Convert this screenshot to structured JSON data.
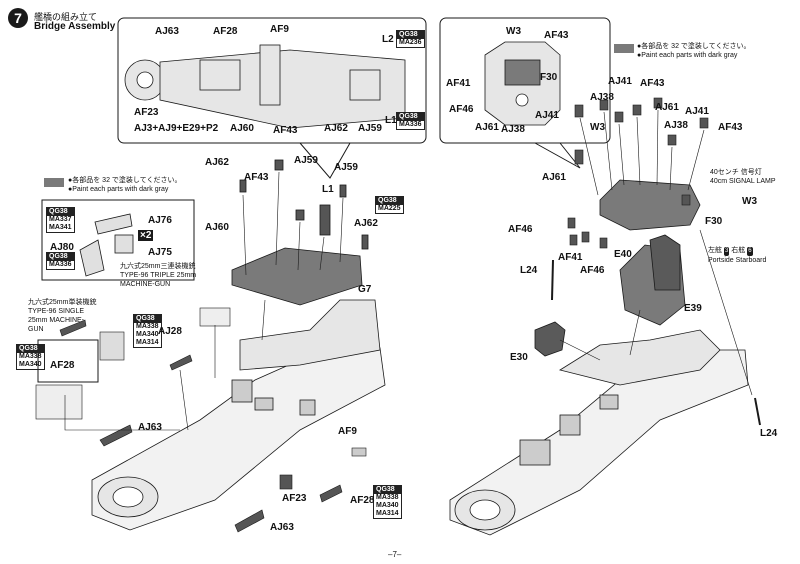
{
  "step": {
    "number": "7",
    "title_jp": "艦橋の組み立て",
    "title_en": "Bridge Assembly"
  },
  "notes": {
    "left_jp": "●各部品を 32 で塗装してください。",
    "left_en": "●Paint each parts with dark gray",
    "right_jp": "●各部品を 32 で塗装してください。",
    "right_en": "●Paint each parts with dark gray",
    "color_code": "32"
  },
  "colors": {
    "dark_gray": "#7a7a7a",
    "line": "#1a1a1a",
    "part_fill": "#d9d9d9",
    "dark_part": "#555555"
  },
  "codes": {
    "qg38_ma236": [
      "QG38",
      "MA236"
    ],
    "qg38_ma336": [
      "QG38",
      "MA336"
    ],
    "qg38_ma225": [
      "QG38",
      "MA225"
    ],
    "left_top_box": [
      "QG38",
      "MA337",
      "MA341"
    ],
    "aj80_box": [
      "QG38",
      "MA336"
    ],
    "single_mg_box": [
      "QG38",
      "MA338",
      "MA340"
    ],
    "aj28_box": [
      "QG38",
      "MA338",
      "MA340",
      "MA314"
    ],
    "bottom_right_box": [
      "QG38",
      "MA338",
      "MA340",
      "MA314"
    ]
  },
  "labels": {
    "inset_left": [
      "AJ63",
      "AF28",
      "AF9",
      "L2",
      "AF23",
      "AJ3+AJ9+E29+P2",
      "AJ60",
      "AF43",
      "AJ62",
      "AJ59",
      "L1"
    ],
    "inset_right": [
      "W3",
      "AF43",
      "F30",
      "AF41",
      "AF46",
      "AJ41",
      "AJ61",
      "AJ38"
    ],
    "left_main": [
      "AJ62",
      "AJ59",
      "AF43",
      "AJ59",
      "L1",
      "AJ62",
      "AJ60",
      "G7",
      "AJ76",
      "AJ80",
      "AJ75",
      "AJ28",
      "AF28",
      "AJ63",
      "AF9",
      "AF23",
      "AF28",
      "AJ63"
    ],
    "right_main": [
      "AJ41",
      "AF43",
      "AJ38",
      "AJ61",
      "AJ41",
      "W3",
      "AJ38",
      "AF43",
      "AJ61",
      "W3",
      "F30",
      "AF46",
      "AF41",
      "AF46",
      "E40",
      "L24",
      "E39",
      "E30",
      "L24"
    ]
  },
  "captions": {
    "triple_mg_jp": "九六式25mm三連装機銃",
    "triple_mg_en": "TYPE-96 TRIPLE 25mm MACHINE-GUN",
    "single_mg_jp": "九六式25mm単装機銃",
    "single_mg_en": "TYPE-96 SINGLE 25mm MACHINE-GUN",
    "signal_jp": "40センチ 信号灯",
    "signal_en": "40cm SIGNAL LAMP",
    "port_jp": "左舷",
    "port_en": "Portside",
    "port_num": "3",
    "star_jp": "右舷",
    "star_en": "Starboard",
    "star_num": "6",
    "multiplier": "×2"
  },
  "page_number": "–7–"
}
